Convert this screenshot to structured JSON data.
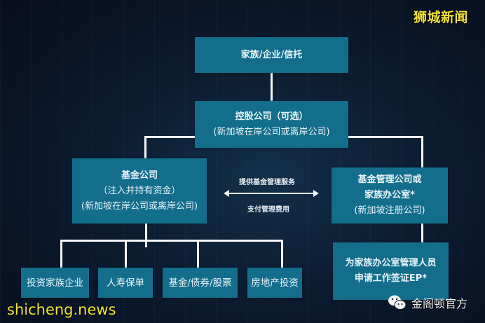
{
  "watermarks": {
    "brand": "狮城新闻",
    "site": "shicheng.news",
    "wechat_account": "金阁顿官方"
  },
  "nodes": {
    "family": {
      "title": "家族/企业/信托"
    },
    "holding": {
      "title": "控股公司（可选）",
      "note": "(新加坡在岸公司或离岸公司)"
    },
    "fund": {
      "title": "基金公司",
      "note1": "（注入并持有资金）",
      "note2": "(新加坡在岸公司或离岸公司)"
    },
    "manager": {
      "title1": "基金管理公司或",
      "title2": "家族办公室*",
      "note": "(新加坡注册公司)"
    },
    "ep": {
      "title1": "为家族办公室管理人员",
      "title2": "申请工作签证EP*"
    },
    "investments": [
      {
        "label": "投资家族企业"
      },
      {
        "label": "人寿保单"
      },
      {
        "label": "基金/债券/股票"
      },
      {
        "label": "房地产投资"
      }
    ]
  },
  "relation": {
    "top_label": "提供基金管理服务",
    "bottom_label": "支付管理费用"
  },
  "colors": {
    "box": "#136e8c",
    "line": "#f4f6f8",
    "watermark_yellow": "#f2e23a"
  }
}
